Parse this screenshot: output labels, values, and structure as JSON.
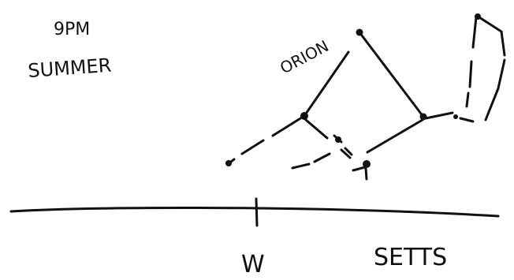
{
  "labels": {
    "time": "9PM",
    "season": "SUMMER",
    "constellation": "ORION",
    "direction": "W",
    "sets": "SETTS"
  },
  "colors": {
    "ink": "#111111",
    "paper": "#ffffff"
  }
}
